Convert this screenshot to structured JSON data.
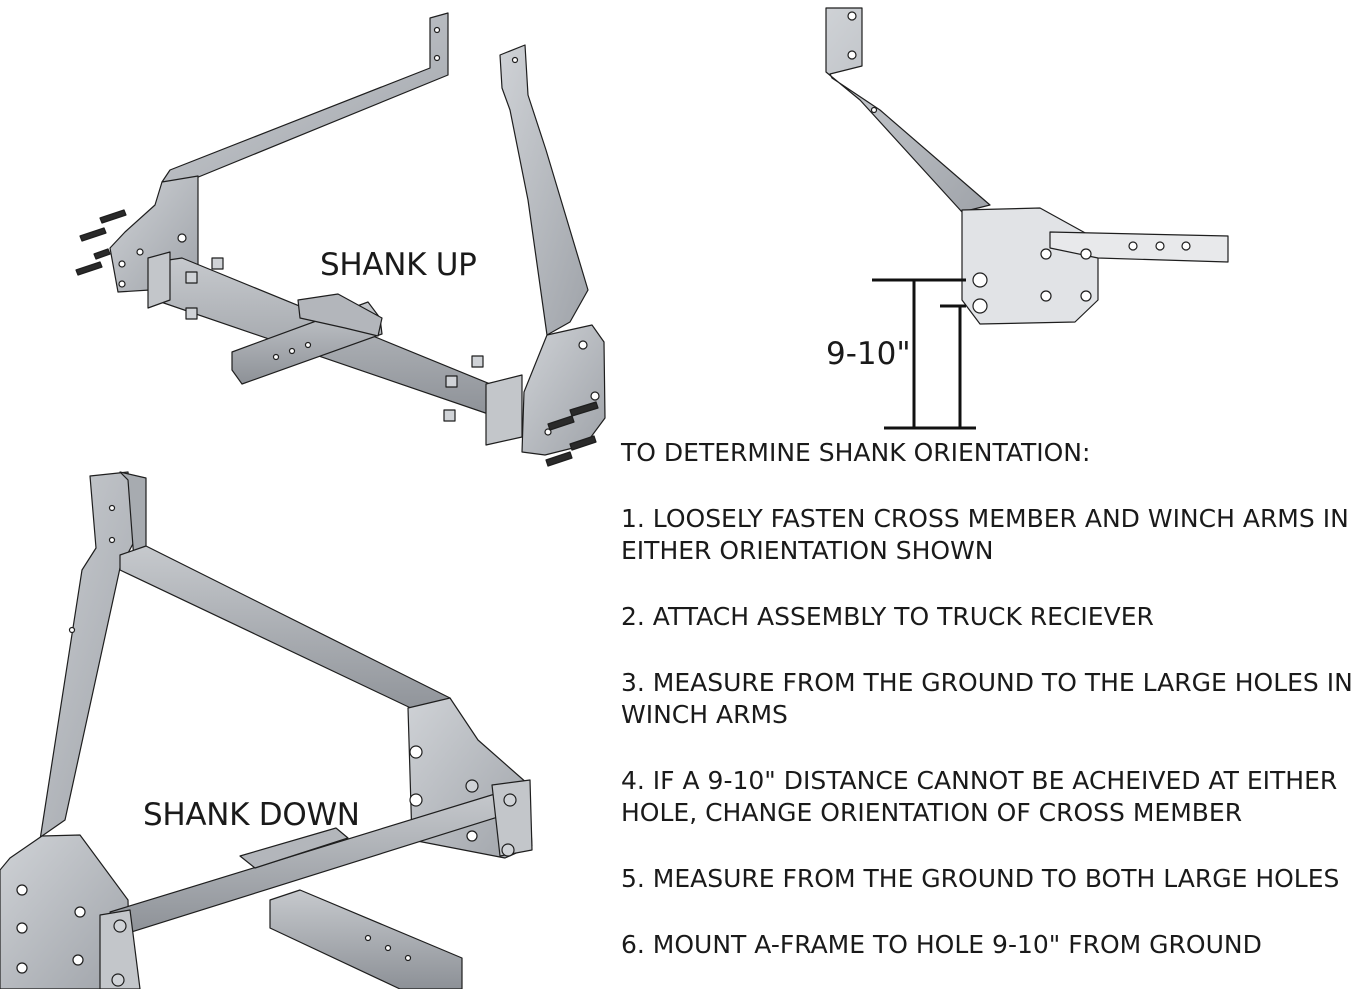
{
  "labels": {
    "shank_up": "SHANK UP",
    "shank_down": "SHANK DOWN",
    "dimension": "9-10\""
  },
  "instructions": {
    "heading": "TO DETERMINE SHANK ORIENTATION:",
    "steps": [
      "1. LOOSELY FASTEN CROSS MEMBER AND WINCH ARMS IN EITHER ORIENTATION SHOWN",
      "2. ATTACH ASSEMBLY TO TRUCK RECIEVER",
      "3. MEASURE FROM THE GROUND TO THE LARGE HOLES IN WINCH ARMS",
      "4. IF A 9-10\" DISTANCE CANNOT BE ACHEIVED AT EITHER HOLE, CHANGE ORIENTATION OF CROSS MEMBER",
      "5. MEASURE FROM THE GROUND TO BOTH LARGE HOLES",
      "6. MOUNT A-FRAME TO HOLE 9-10\" FROM GROUND"
    ]
  },
  "colors": {
    "steel": "#b9bcc1",
    "steel_dark": "#8f9399",
    "steel_light": "#d9dbde",
    "outline": "#1e1e1e"
  }
}
